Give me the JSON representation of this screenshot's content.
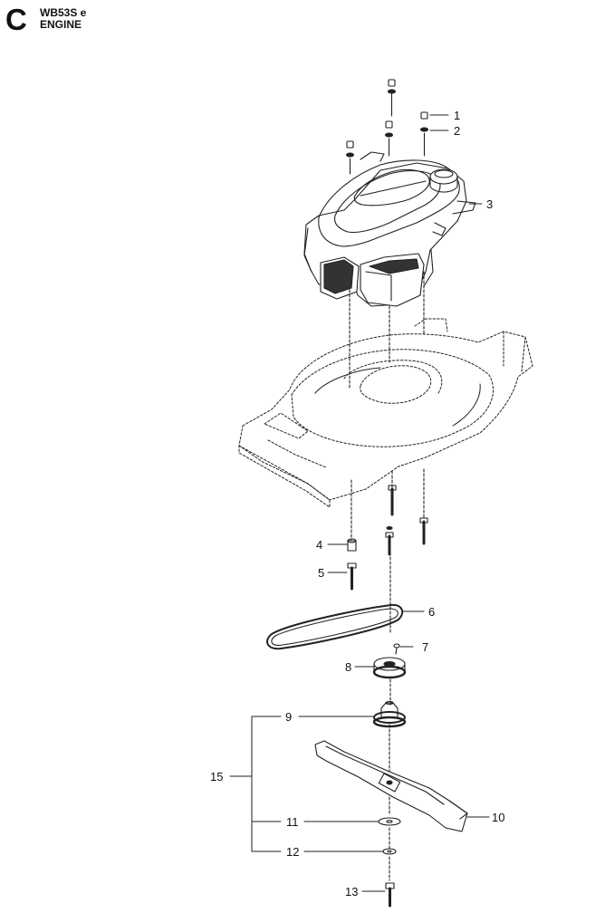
{
  "header": {
    "section": "C",
    "model": "WB53S e",
    "title": "ENGINE"
  },
  "callouts": [
    {
      "n": "1"
    },
    {
      "n": "2"
    },
    {
      "n": "3"
    },
    {
      "n": "4"
    },
    {
      "n": "5"
    },
    {
      "n": "6"
    },
    {
      "n": "7"
    },
    {
      "n": "8"
    },
    {
      "n": "9"
    },
    {
      "n": "10"
    },
    {
      "n": "11"
    },
    {
      "n": "12"
    },
    {
      "n": "13"
    },
    {
      "n": "15"
    }
  ]
}
